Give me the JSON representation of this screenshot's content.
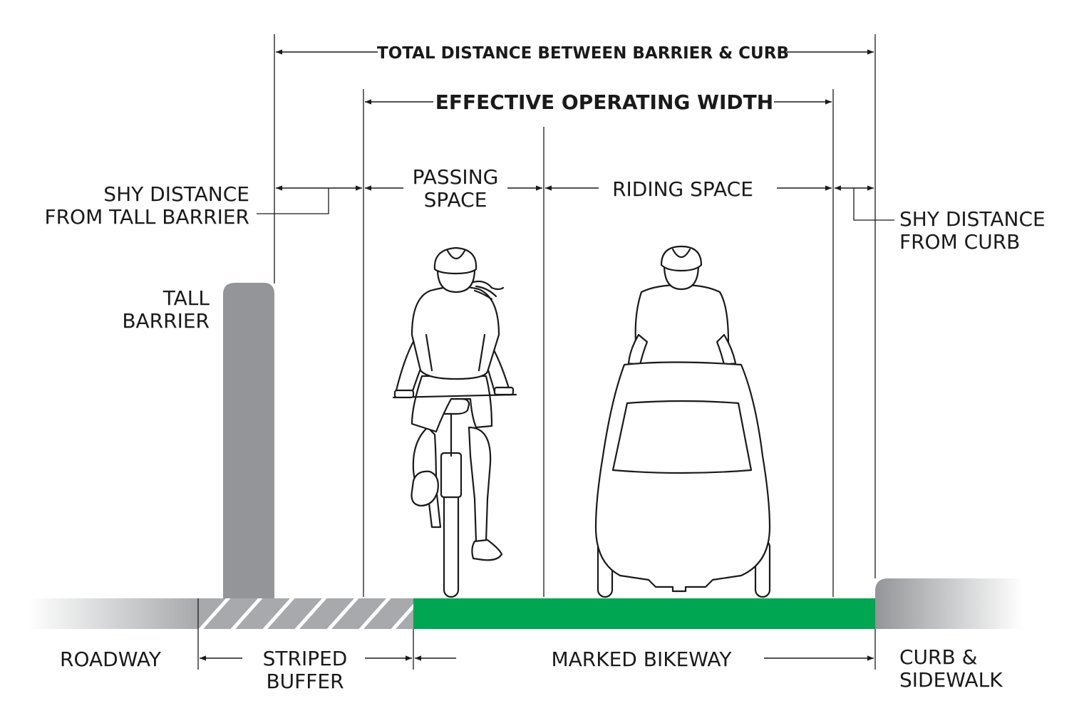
{
  "labels": {
    "total_distance": "TOTAL DISTANCE BETWEEN BARRIER & CURB",
    "effective_width": "EFFECTIVE OPERATING WIDTH",
    "shy_barrier_line1": "SHY DISTANCE",
    "shy_barrier_line2": "FROM TALL BARRIER",
    "passing_line1": "PASSING",
    "passing_line2": "SPACE",
    "riding_space": "RIDING SPACE",
    "shy_curb_line1": "SHY DISTANCE",
    "shy_curb_line2": "FROM CURB",
    "tall_barrier_line1": "TALL",
    "tall_barrier_line2": "BARRIER",
    "roadway": "ROADWAY",
    "striped_line1": "STRIPED",
    "striped_line2": "BUFFER",
    "marked_bikeway": "MARKED BIKEWAY",
    "curb_line1": "CURB &",
    "curb_line2": "SIDEWALK"
  },
  "colors": {
    "bikeway_green": "#00a651",
    "barrier_gray": "#939598",
    "buffer_gray": "#a7a9ac",
    "line": "#1a1a1a"
  }
}
